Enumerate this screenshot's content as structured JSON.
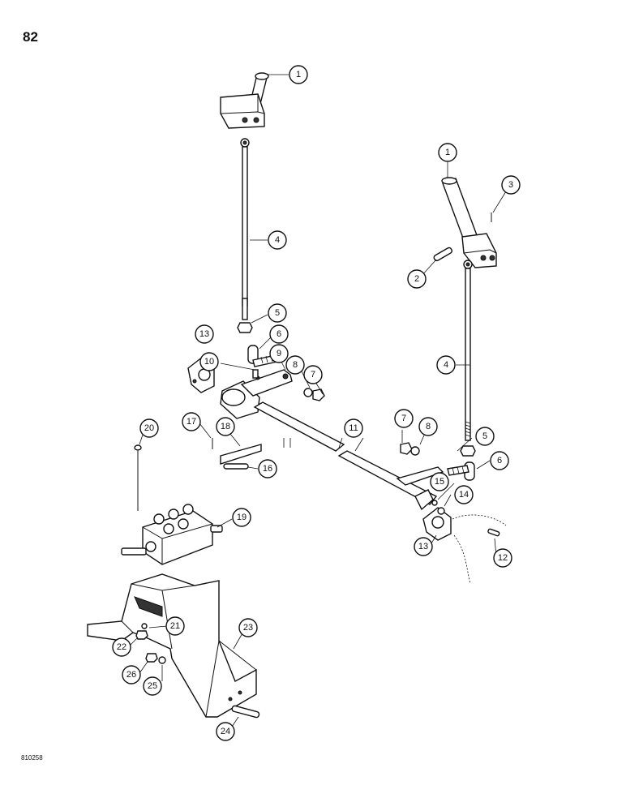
{
  "page": {
    "number": "82",
    "figure_code": "810258"
  },
  "callouts": [
    {
      "id": "c1a",
      "label": "1"
    },
    {
      "id": "c1b",
      "label": "1"
    },
    {
      "id": "c2",
      "label": "2"
    },
    {
      "id": "c3",
      "label": "3"
    },
    {
      "id": "c4a",
      "label": "4"
    },
    {
      "id": "c4b",
      "label": "4"
    },
    {
      "id": "c5a",
      "label": "5"
    },
    {
      "id": "c5b",
      "label": "5"
    },
    {
      "id": "c6a",
      "label": "6"
    },
    {
      "id": "c6b",
      "label": "6"
    },
    {
      "id": "c7a",
      "label": "7"
    },
    {
      "id": "c7b",
      "label": "7"
    },
    {
      "id": "c8a",
      "label": "8"
    },
    {
      "id": "c8b",
      "label": "8"
    },
    {
      "id": "c9",
      "label": "9"
    },
    {
      "id": "c10",
      "label": "10"
    },
    {
      "id": "c11",
      "label": "11"
    },
    {
      "id": "c12",
      "label": "12"
    },
    {
      "id": "c13a",
      "label": "13"
    },
    {
      "id": "c13b",
      "label": "13"
    },
    {
      "id": "c14",
      "label": "14"
    },
    {
      "id": "c15",
      "label": "15"
    },
    {
      "id": "c16",
      "label": "16"
    },
    {
      "id": "c17",
      "label": "17"
    },
    {
      "id": "c18",
      "label": "18"
    },
    {
      "id": "c19",
      "label": "19"
    },
    {
      "id": "c20",
      "label": "20"
    },
    {
      "id": "c21",
      "label": "21"
    },
    {
      "id": "c22",
      "label": "22"
    },
    {
      "id": "c23",
      "label": "23"
    },
    {
      "id": "c24",
      "label": "24"
    },
    {
      "id": "c25",
      "label": "25"
    },
    {
      "id": "c26",
      "label": "26"
    }
  ]
}
